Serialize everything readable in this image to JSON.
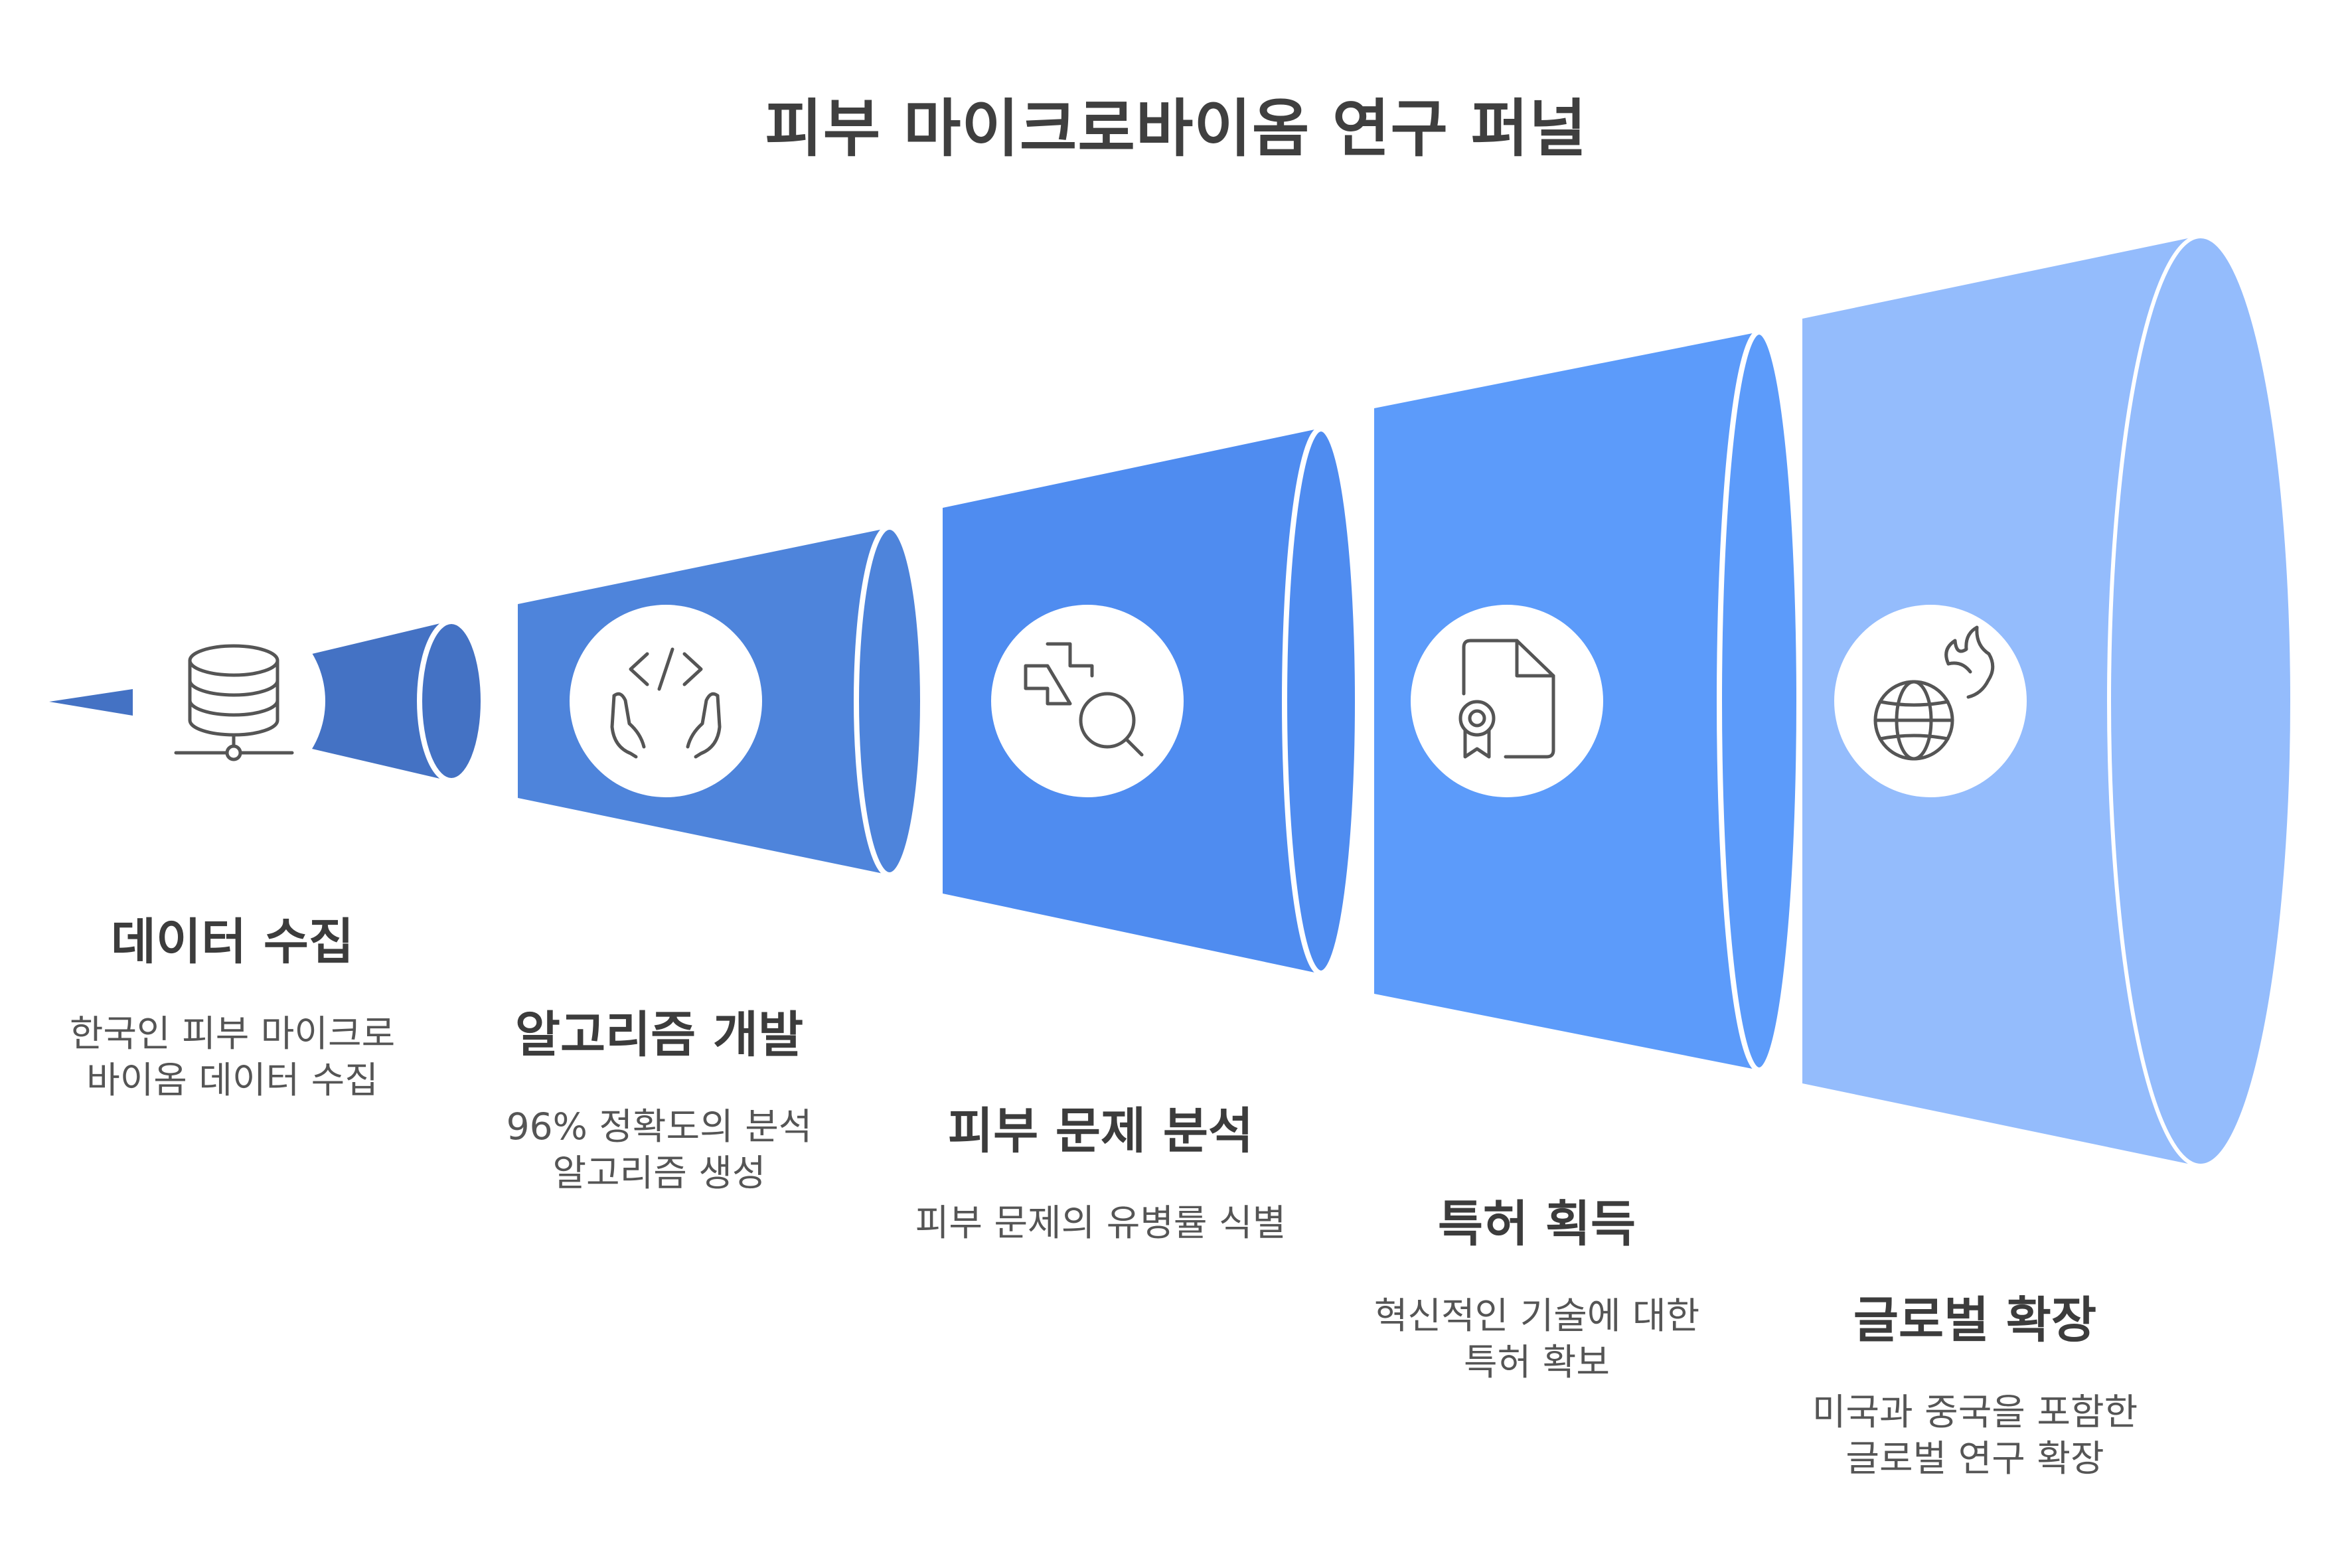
{
  "title": "피부 마이크로바이옴 연구 퍼널",
  "colors": {
    "stage1": "#4472c4",
    "stage2": "#4e84db",
    "stage3": "#4f8cf0",
    "stage4": "#5c9bfa",
    "stage5": "#94bcfc",
    "text_dark": "#3c3c3c",
    "text_body": "#555555"
  },
  "stages": [
    {
      "title": "데이터 수집",
      "description": "한국인 피부 마이크로\n바이옴 데이터 수집",
      "icon": "database-icon"
    },
    {
      "title": "알고리즘 개발",
      "description": "96% 정확도의 분석\n알고리즘 생성",
      "icon": "code-hands-icon"
    },
    {
      "title": "피부 문제 분석",
      "description": "피부 문제의 유병률 식별",
      "icon": "medical-search-icon"
    },
    {
      "title": "특허 획득",
      "description": "혁신적인 기술에 대한\n특허 확보",
      "icon": "patent-certificate-icon"
    },
    {
      "title": "글로벌 확장",
      "description": "미국과 중국을 포함한\n글로벌 연구 확장",
      "icon": "globe-fire-icon"
    }
  ]
}
